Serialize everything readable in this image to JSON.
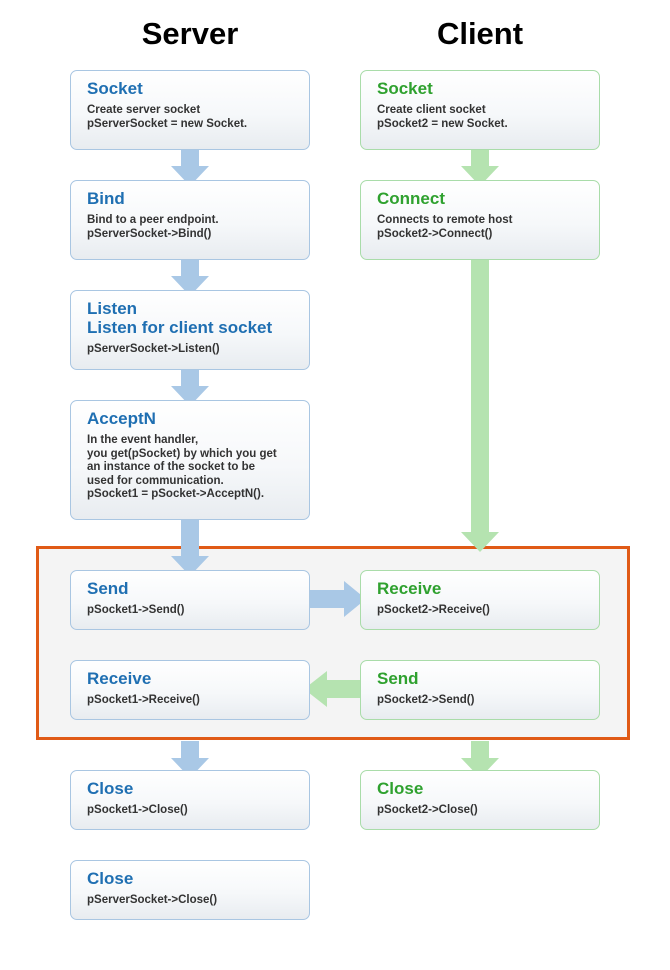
{
  "headers": {
    "server": "Server",
    "client": "Client"
  },
  "server": {
    "socket": {
      "title": "Socket",
      "desc": "Create server socket\npServerSocket = new Socket."
    },
    "bind": {
      "title": "Bind",
      "desc": "Bind to a peer endpoint.\npServerSocket->Bind()"
    },
    "listen": {
      "title": "Listen\nListen for client socket",
      "desc": "pServerSocket->Listen()"
    },
    "accept": {
      "title": "AcceptN",
      "desc": "In the event handler,\nyou get(pSocket) by which you get\nan instance of the socket to be\nused for communication.\npSocket1 = pSocket->AcceptN()."
    },
    "send": {
      "title": "Send",
      "desc": "pSocket1->Send()"
    },
    "receive": {
      "title": "Receive",
      "desc": "pSocket1->Receive()"
    },
    "close1": {
      "title": "Close",
      "desc": "pSocket1->Close()"
    },
    "close2": {
      "title": "Close",
      "desc": "pServerSocket->Close()"
    }
  },
  "client": {
    "socket": {
      "title": "Socket",
      "desc": "Create client socket\npSocket2 = new Socket."
    },
    "connect": {
      "title": "Connect",
      "desc": "Connects to remote host\npSocket2->Connect()"
    },
    "receive": {
      "title": "Receive",
      "desc": "pSocket2->Receive()"
    },
    "send": {
      "title": "Send",
      "desc": "pSocket2->Send()"
    },
    "close": {
      "title": "Close",
      "desc": "pSocket2->Close()"
    }
  },
  "colors": {
    "server_text": "#1f6fb2",
    "client_text": "#2fa12f",
    "server_arrow": "#a9c8e6",
    "client_arrow": "#b5e3b0",
    "frame_border": "#e05a16"
  }
}
